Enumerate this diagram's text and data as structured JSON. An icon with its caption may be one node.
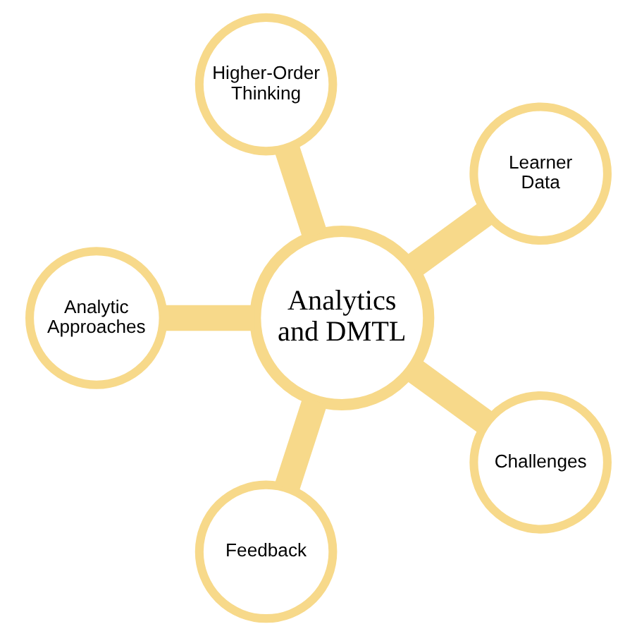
{
  "diagram": {
    "nodes": [
      {
        "text": [
          "Learner Data"
        ]
      },
      {
        "text": [
          "Higher-Order Thinking"
        ]
      },
      {
        "text": [
          "Analytics and DMTL"
        ]
      },
      {
        "text": [
          "Analytic Approaches"
        ]
      },
      {
        "text": [
          "Feedback"
        ]
      },
      {
        "text": [
          "Challenges"
        ]
      }
    ],
    "edges": [
      {
        "from": 2,
        "to": 0,
        "arrow": "none"
      },
      {
        "from": 2,
        "to": 3,
        "arrow": "none"
      },
      {
        "from": 2,
        "to": 5,
        "arrow": "none"
      },
      {
        "from": 2,
        "to": 4,
        "arrow": "none"
      },
      {
        "from": 2,
        "to": 1,
        "arrow": "none"
      }
    ]
  }
}
